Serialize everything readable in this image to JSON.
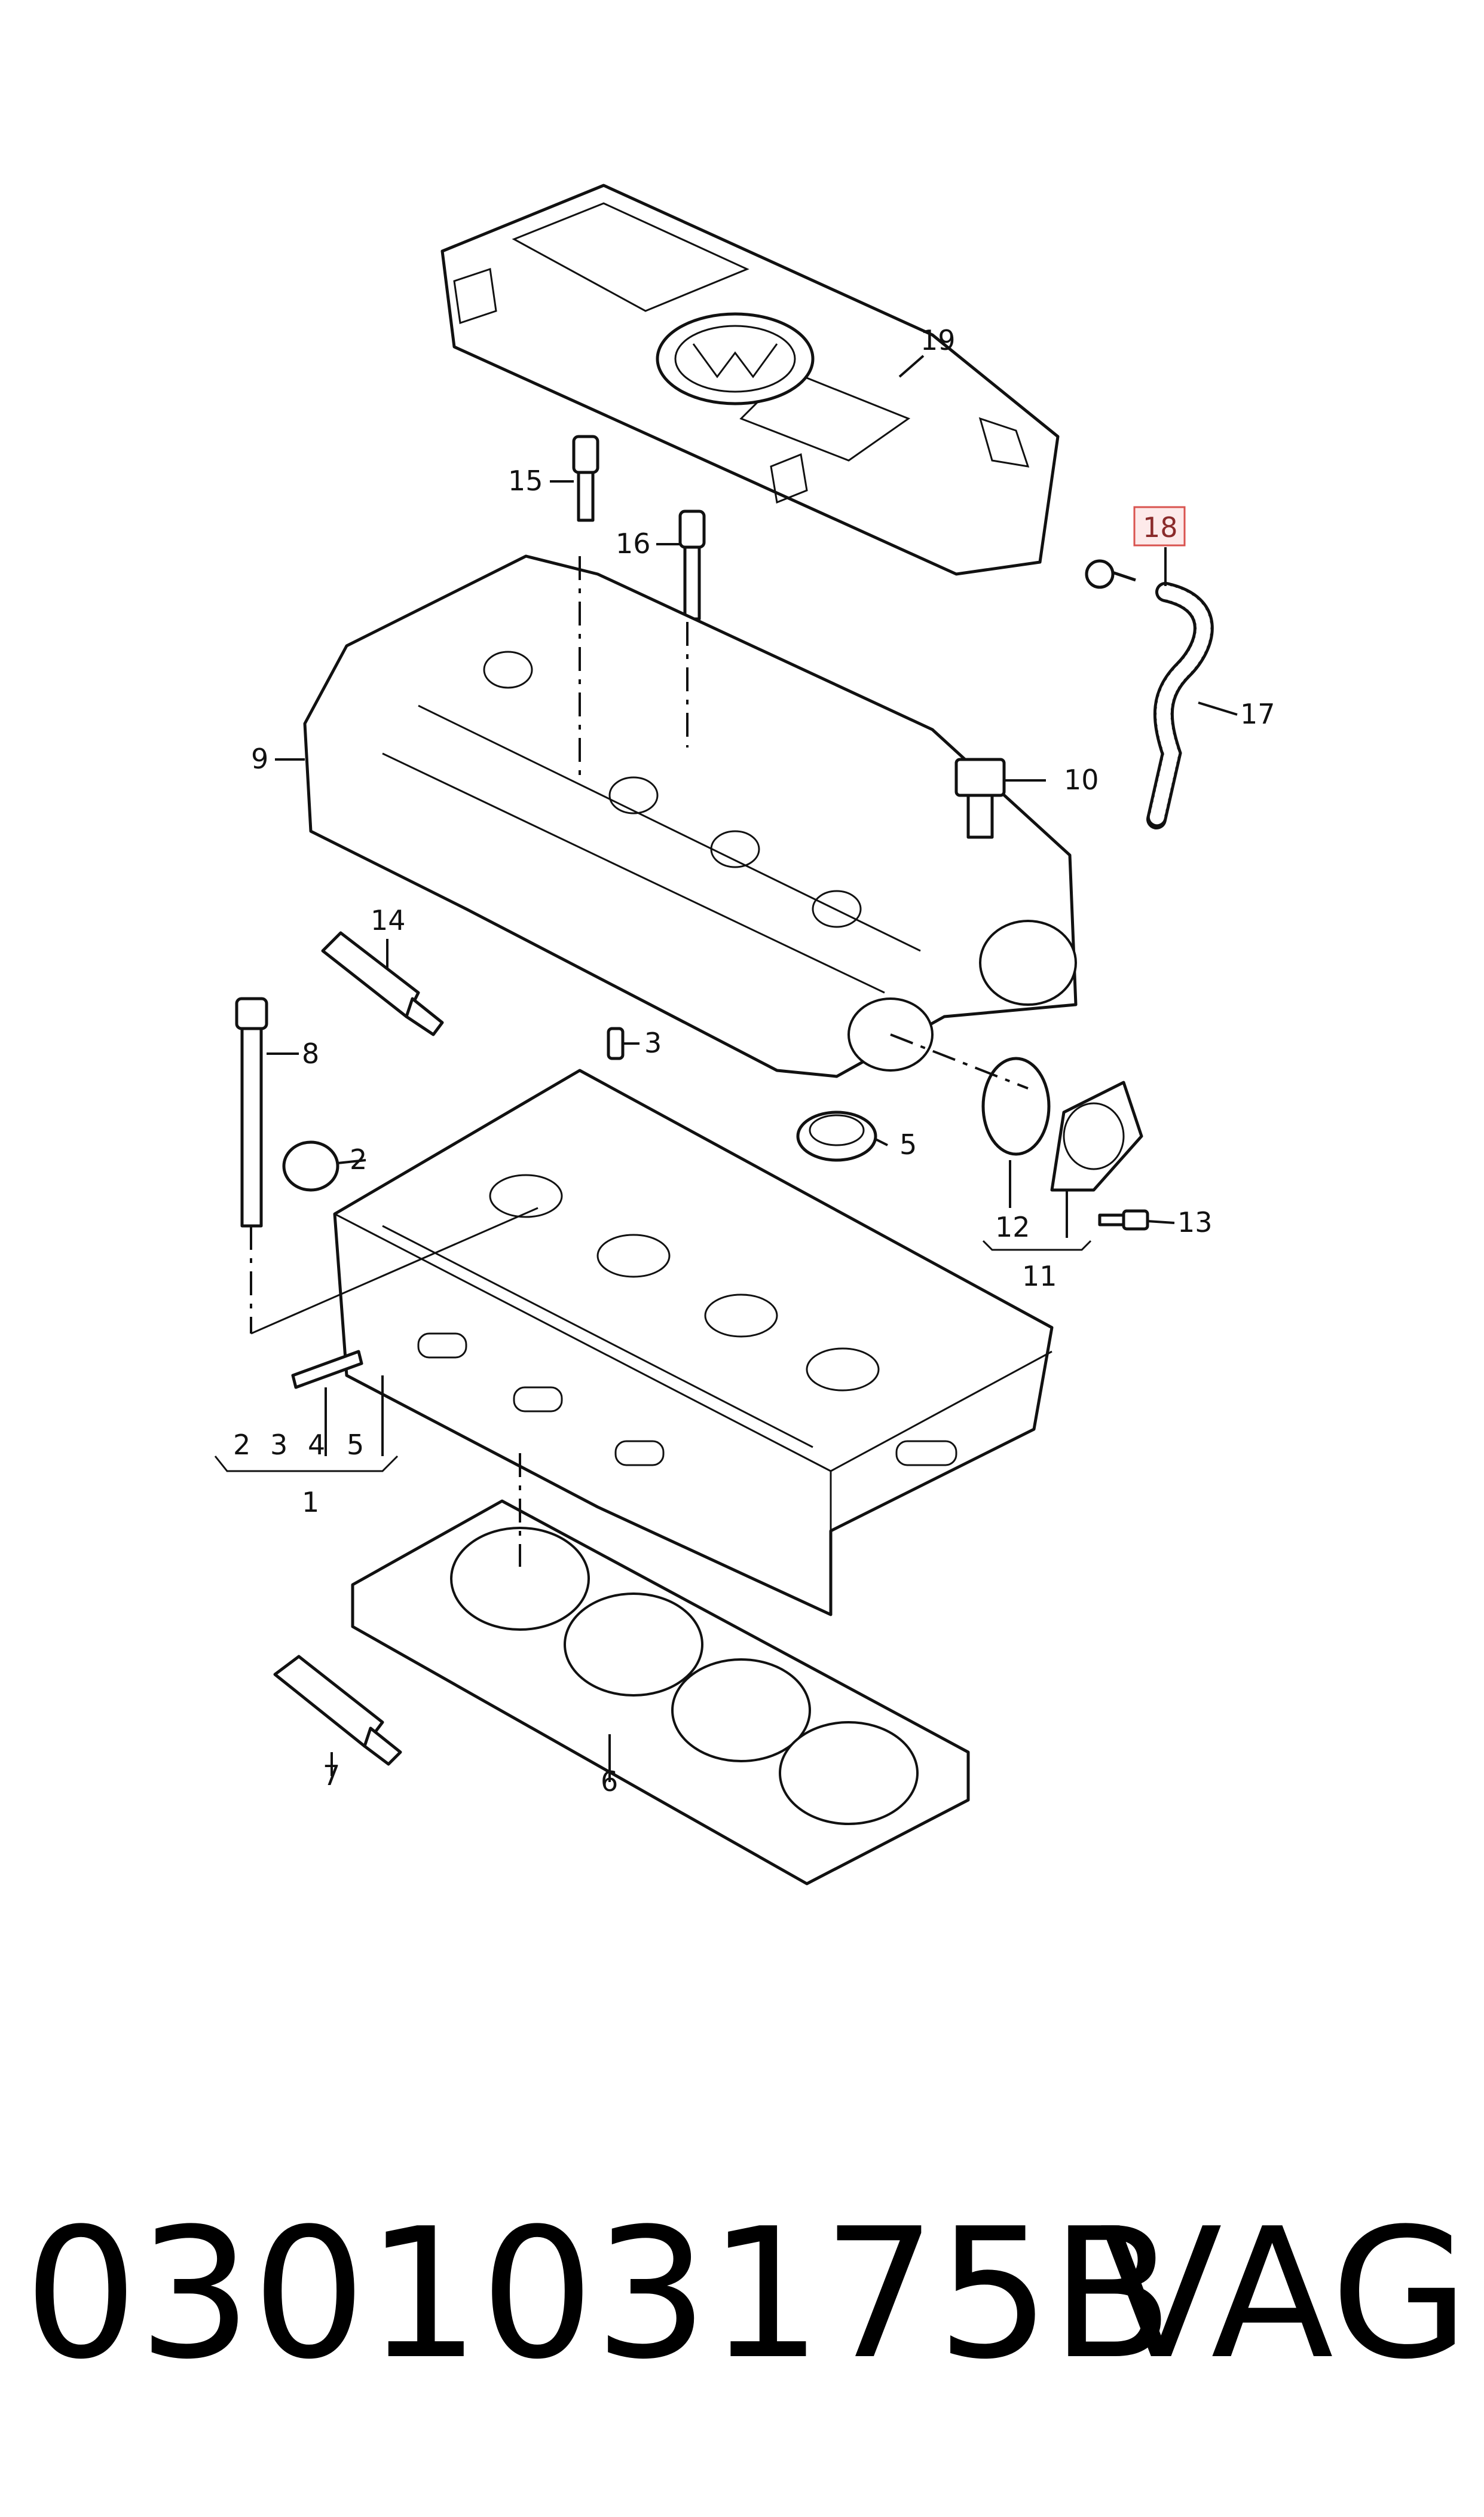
{
  "diagram": {
    "callouts": [
      {
        "id": "19",
        "text": "19"
      },
      {
        "id": "18",
        "text": "18",
        "highlighted": true
      },
      {
        "id": "17",
        "text": "17"
      },
      {
        "id": "15",
        "text": "15"
      },
      {
        "id": "16",
        "text": "16"
      },
      {
        "id": "9",
        "text": "9"
      },
      {
        "id": "10",
        "text": "10"
      },
      {
        "id": "14",
        "text": "14"
      },
      {
        "id": "8",
        "text": "8"
      },
      {
        "id": "3",
        "text": "3"
      },
      {
        "id": "2",
        "text": "2"
      },
      {
        "id": "5",
        "text": "5"
      },
      {
        "id": "12",
        "text": "12"
      },
      {
        "id": "13",
        "text": "13"
      },
      {
        "id": "11",
        "text": "11"
      },
      {
        "id": "g2",
        "text": "2"
      },
      {
        "id": "g3",
        "text": "3"
      },
      {
        "id": "g4",
        "text": "4"
      },
      {
        "id": "g5",
        "text": "5"
      },
      {
        "id": "1",
        "text": "1"
      },
      {
        "id": "7",
        "text": "7"
      },
      {
        "id": "6",
        "text": "6"
      }
    ],
    "highlight_color": "#d9534f"
  },
  "footer": {
    "part_number": "030103175B",
    "brand": "VAG"
  },
  "icons": [
    "vw-logo-icon"
  ]
}
